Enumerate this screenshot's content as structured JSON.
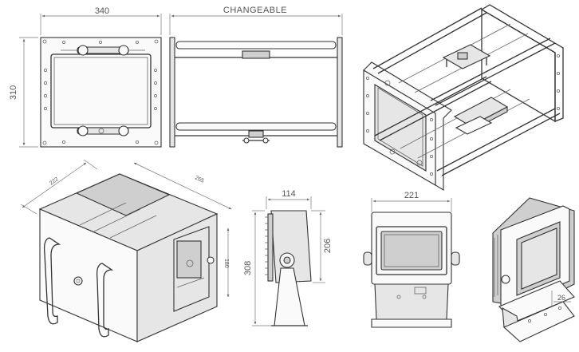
{
  "dimensions": {
    "frame_width": "340",
    "frame_height": "310",
    "frame_length": "CHANGEABLE",
    "box_left_depth": "222",
    "box_right_depth": "265",
    "box_height": "180",
    "side_depth": "114",
    "side_total_height": "308",
    "side_body_height": "206",
    "front_width": "221",
    "perspective_small": "26"
  },
  "colors": {
    "line": "#333333",
    "dimension_text": "#555555",
    "shade_light": "#e6e6e6",
    "shade_dark": "#cfcfcf"
  }
}
